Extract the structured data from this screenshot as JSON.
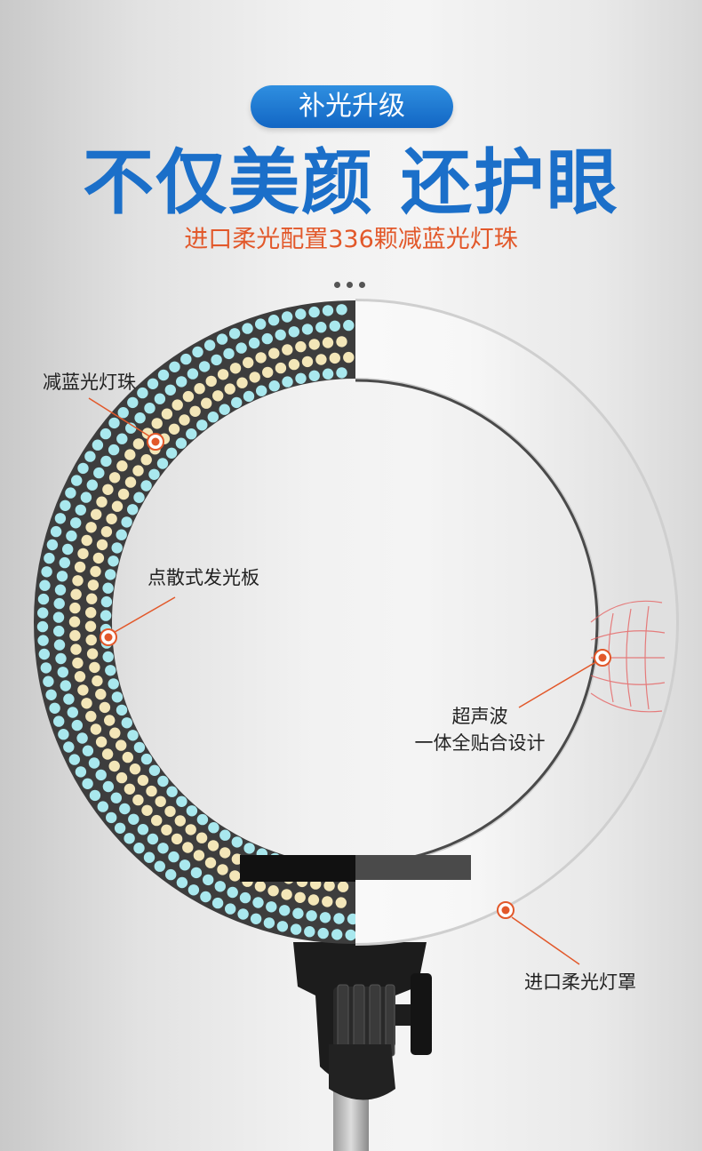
{
  "badge": {
    "text": "补光升级"
  },
  "headline": {
    "title": "不仅美颜 还护眼",
    "subtitle": "进口柔光配置336颗减蓝光灯珠"
  },
  "callouts": {
    "led_beads": "减蓝光灯珠",
    "diffuse_board": "点散式发光板",
    "ultrasonic_line1": "超声波",
    "ultrasonic_line2": "一体全贴合设计",
    "lamp_cover": "进口柔光灯罩"
  },
  "colors": {
    "badge_blue": "#1b6fc9",
    "title_blue": "#1b6fc9",
    "subtitle_orange": "#e2582a",
    "marker_orange": "#e2582a",
    "led_cool": "#a9e8ee",
    "led_warm": "#f3e6b8"
  }
}
